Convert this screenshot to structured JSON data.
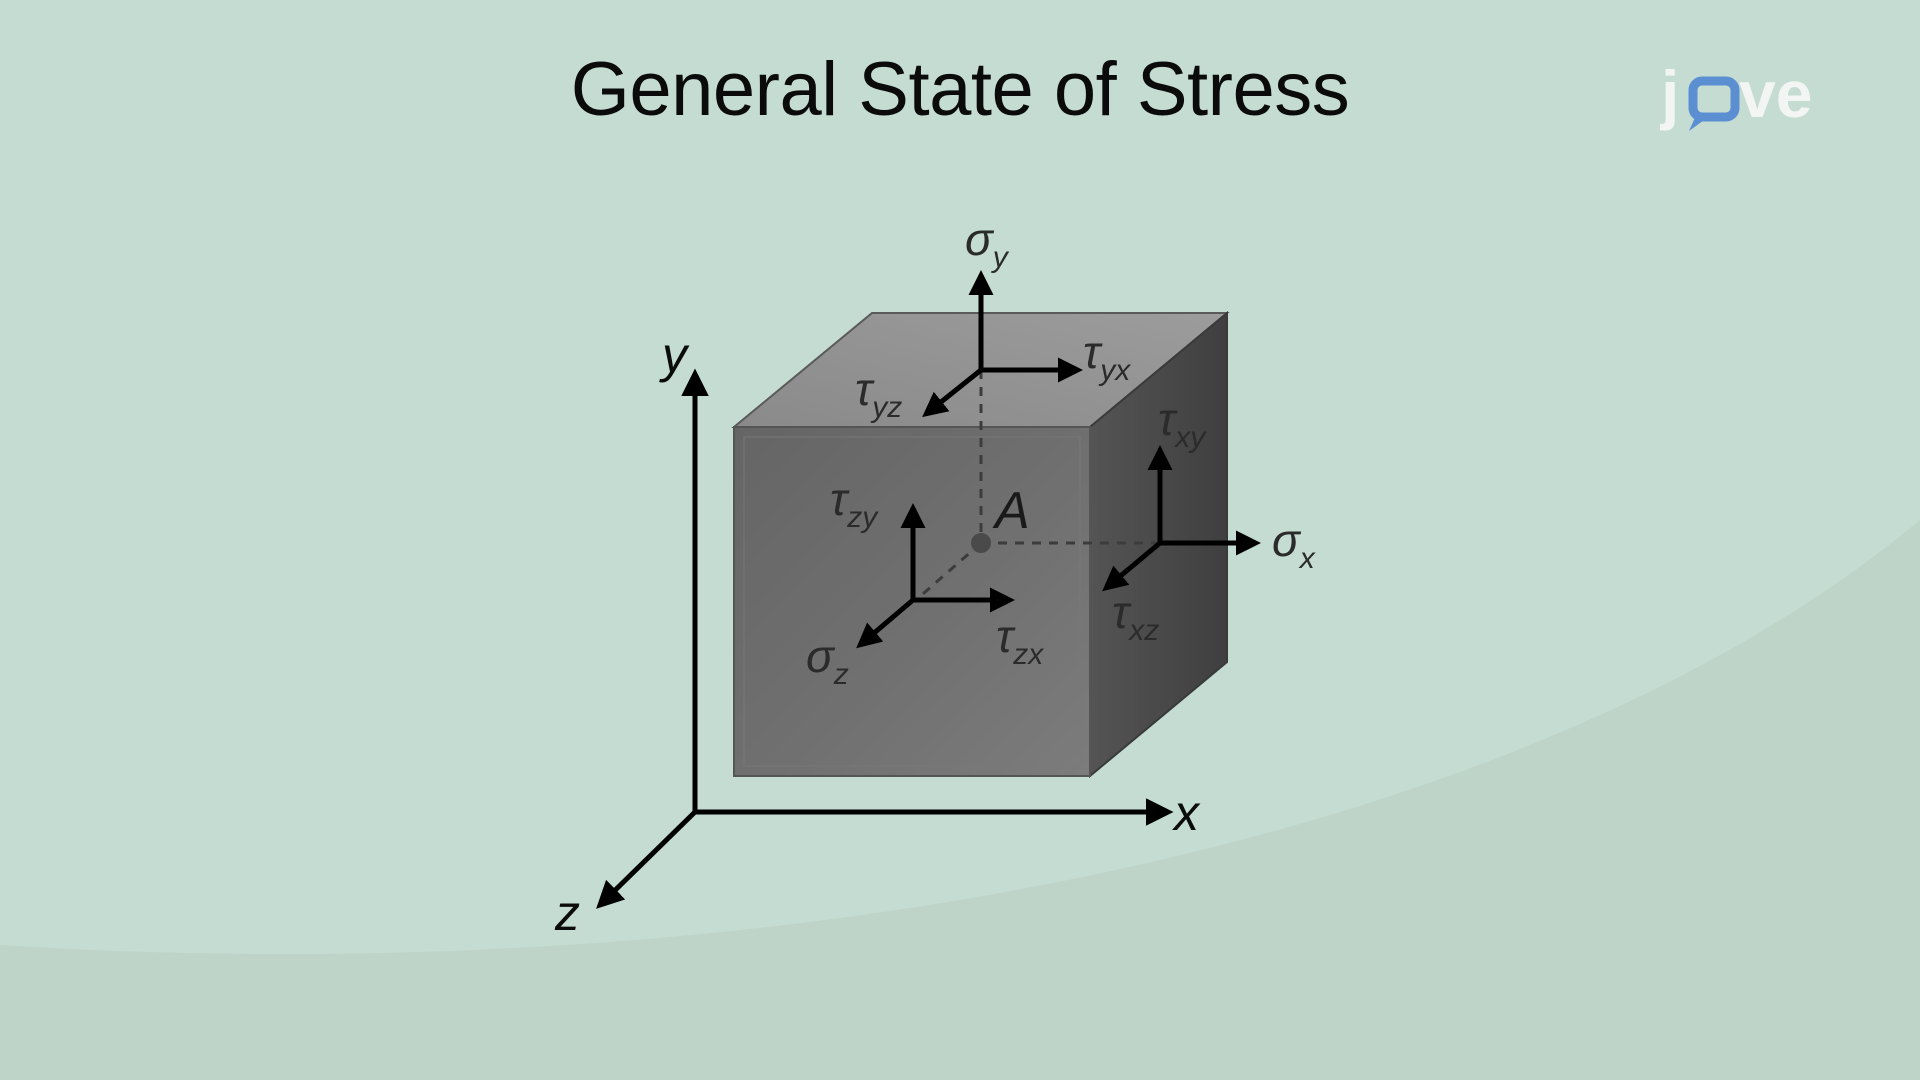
{
  "title": "General State of Stress",
  "logo": {
    "text_j": "j",
    "text_ve": "ve",
    "icon": "speech-bubble-o-icon",
    "color_text": "#f2f5f3",
    "color_bubble": "#5b8fd1"
  },
  "axes": {
    "x": "x",
    "y": "y",
    "z": "z"
  },
  "point_label": "A",
  "stresses": {
    "sigma_y": {
      "symbol": "σ",
      "sub": "y"
    },
    "tau_yx": {
      "symbol": "τ",
      "sub": "yx"
    },
    "tau_yz": {
      "symbol": "τ",
      "sub": "yz"
    },
    "tau_xy": {
      "symbol": "τ",
      "sub": "xy"
    },
    "sigma_x": {
      "symbol": "σ",
      "sub": "x"
    },
    "tau_xz": {
      "symbol": "τ",
      "sub": "xz"
    },
    "tau_zy": {
      "symbol": "τ",
      "sub": "zy"
    },
    "tau_zx": {
      "symbol": "τ",
      "sub": "zx"
    },
    "sigma_z": {
      "symbol": "σ",
      "sub": "z"
    }
  },
  "colors": {
    "background": "#c5dcd3",
    "background_lower": "#bed4c8",
    "cube_front": "#6a6a6a",
    "cube_top": "#909090",
    "cube_side": "#4a4a4a",
    "arrow": "#000000"
  }
}
